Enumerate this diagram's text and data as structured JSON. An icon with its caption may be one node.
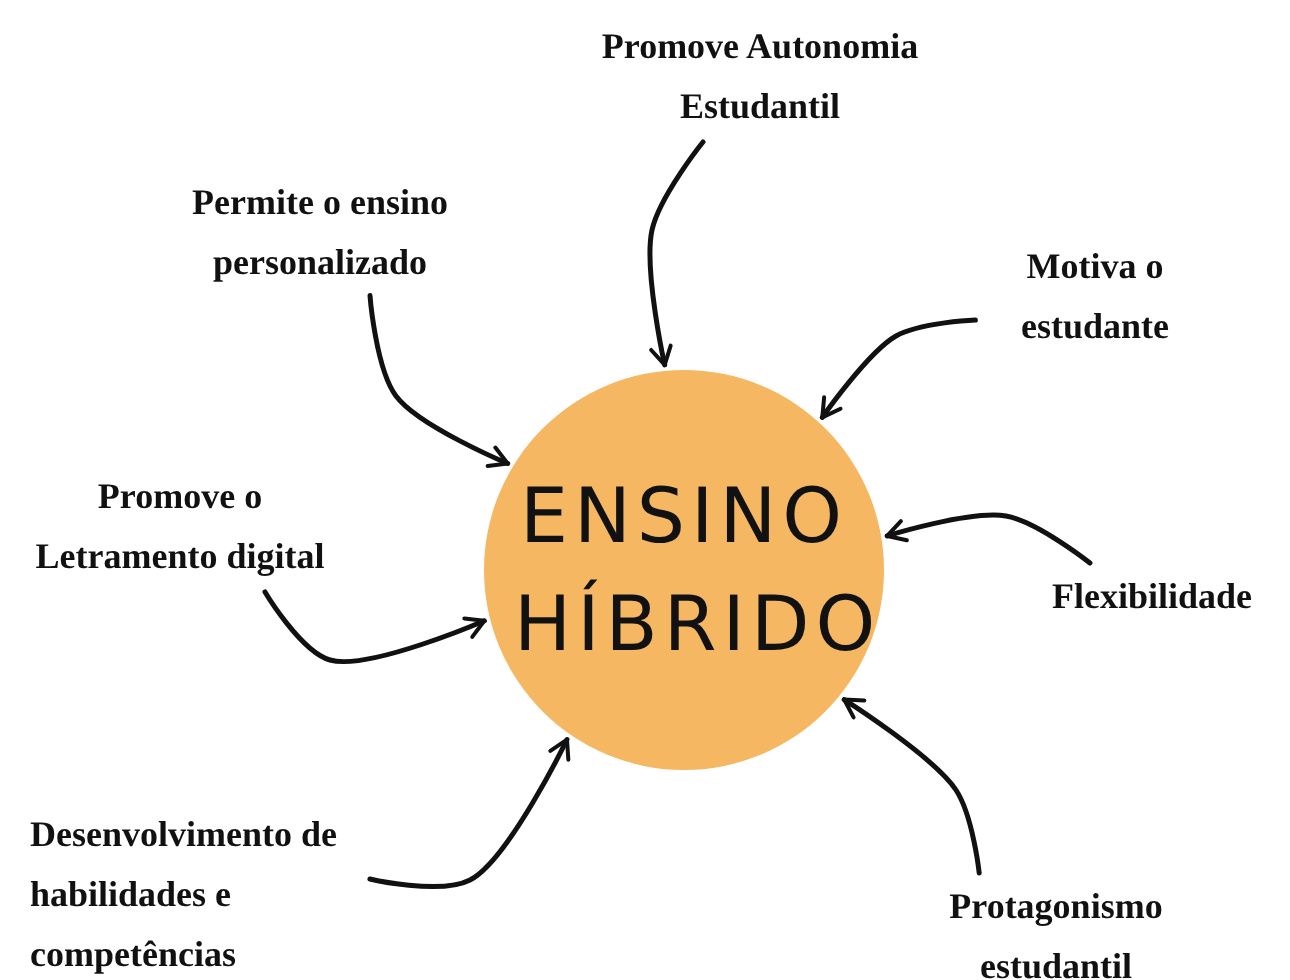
{
  "diagram": {
    "nodes": [
      {
        "text": [
          "ENSINO HÍBRIDO"
        ]
      },
      {
        "text": [
          "Promove Autonomia Estudantil"
        ]
      },
      {
        "text": [
          "Permite o ensino personalizado"
        ]
      },
      {
        "text": [
          "Motiva o estudante"
        ]
      },
      {
        "text": [
          "Promove o Letramento digital"
        ]
      },
      {
        "text": [
          "Flexibilidade"
        ]
      },
      {
        "text": [
          "Desenvolvimento de habilidades e competências"
        ]
      },
      {
        "text": [
          "Protagonismo estudantil"
        ]
      }
    ],
    "edges": [
      {
        "from": 1,
        "to": 0,
        "arrow": "to"
      },
      {
        "from": 2,
        "to": 0,
        "arrow": "to"
      },
      {
        "from": 3,
        "to": 0,
        "arrow": "to"
      },
      {
        "from": 4,
        "to": 0,
        "arrow": "to"
      },
      {
        "from": 5,
        "to": 0,
        "arrow": "to"
      },
      {
        "from": 6,
        "to": 0,
        "arrow": "to"
      },
      {
        "from": 7,
        "to": 0,
        "arrow": "to"
      }
    ]
  }
}
